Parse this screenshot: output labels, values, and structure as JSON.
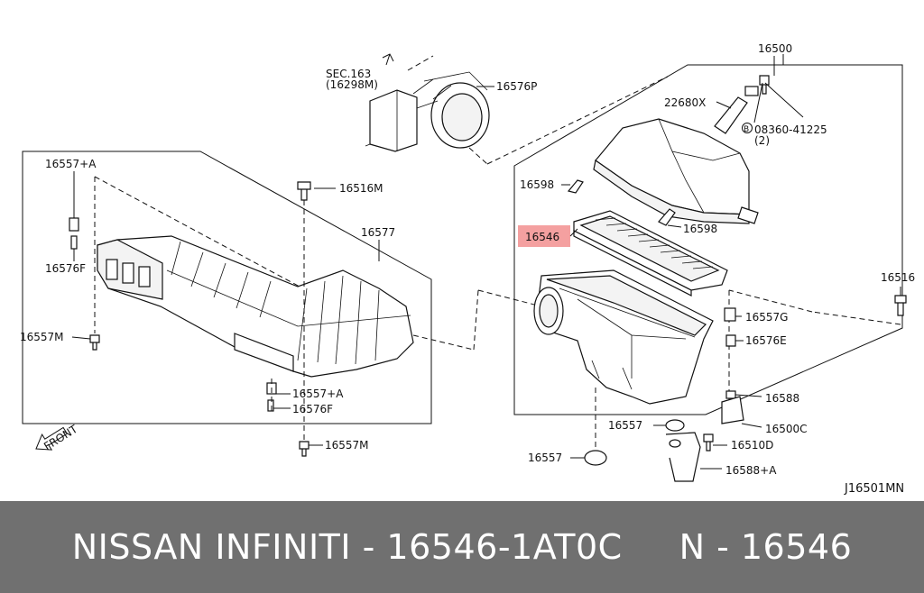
{
  "colors": {
    "background": "#ffffff",
    "ink": "#111111",
    "highlight": "#f4a0a0",
    "caption_bar": "#707070",
    "caption_text": "#ffffff"
  },
  "caption": "NISSAN INFINITI - 16546-1AT0C     N - 16546",
  "diagram_ref": "J16501MN",
  "front_label": "FRONT",
  "labels": {
    "sec163": "SEC.163",
    "sec163_sub": "(16298M)",
    "p16576P": "16576P",
    "p16500": "16500",
    "p22680X": "22680X",
    "p08360": "08360-41225",
    "p08360_qty": "(2)",
    "p08360_marker": "B",
    "p16598a": "16598",
    "p16598b": "16598",
    "p16546": "16546",
    "p16516": "16516",
    "p16557G": "16557G",
    "p16576E": "16576E",
    "p16588": "16588",
    "p16500C": "16500C",
    "p16557a": "16557",
    "p16557b": "16557",
    "p16510D": "16510D",
    "p16588A": "16588+A",
    "p16557A_top": "16557+A",
    "p16576F_left": "16576F",
    "p16557M_left": "16557M",
    "p16516M": "16516M",
    "p16577": "16577",
    "p16557A_bottom": "16557+A",
    "p16576F_bottom": "16576F",
    "p16557M_bottom": "16557M"
  }
}
